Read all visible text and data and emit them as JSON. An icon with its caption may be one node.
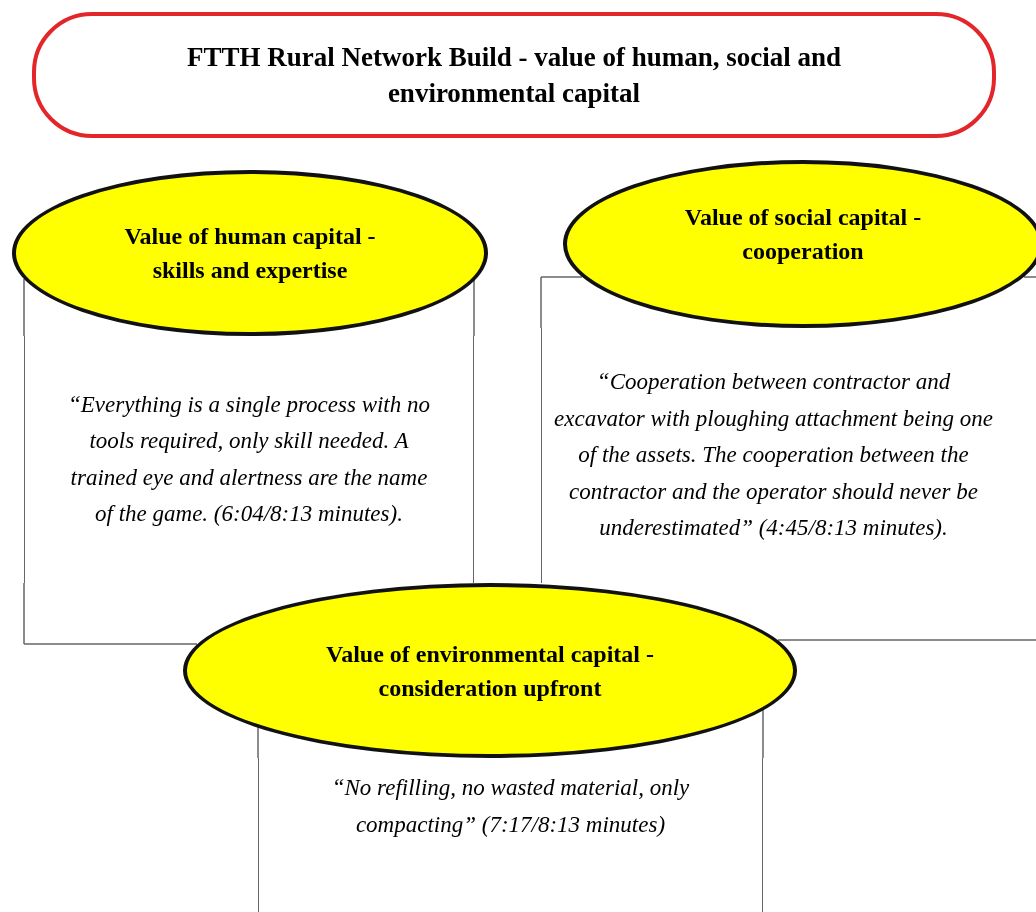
{
  "diagram": {
    "nodes": [
      {
        "text": [
          "FTTH Rural Network Build - value of human, social and environmental capital"
        ]
      },
      {
        "text": [
          "Value of human capital - skills and expertise"
        ]
      },
      {
        "text": [
          "“Everything is a single process with no tools required, only skill needed. A trained eye and alertness are the name of the game. (6:04/8:13 minutes)."
        ]
      },
      {
        "text": [
          "Value of social capital - cooperation"
        ]
      },
      {
        "text": [
          "“Cooperation between contractor and excavator with ploughing attachment being one of the assets. The cooperation between the contractor and the operator should never be underestimated” (4:45/8:13 minutes)."
        ]
      },
      {
        "text": [
          "Value of environmental capital - consideration upfront"
        ]
      },
      {
        "text": [
          "“No refilling, no wasted material, only compacting” (7:17/8:13 minutes)"
        ]
      }
    ]
  }
}
